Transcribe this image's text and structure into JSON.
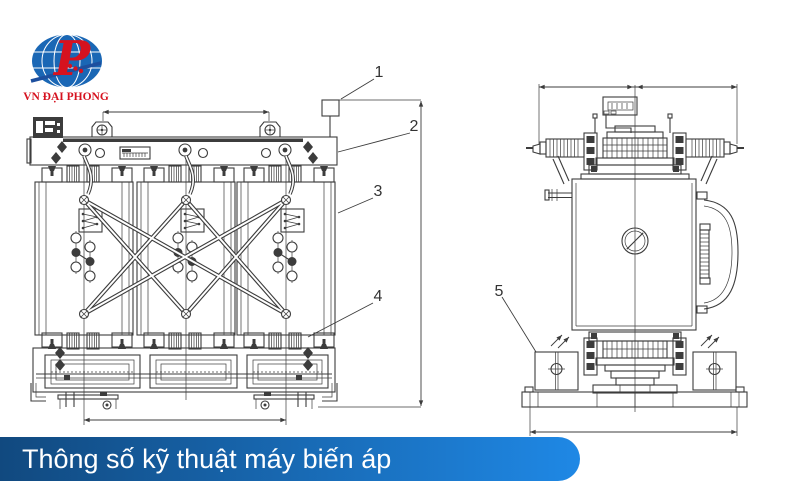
{
  "logo": {
    "company": "VN ĐẠI PHONG",
    "monogram": "P"
  },
  "banner": {
    "title": "Thông số kỹ thuật máy biến áp"
  },
  "callouts": [
    {
      "label": "1"
    },
    {
      "label": "2"
    },
    {
      "label": "3"
    },
    {
      "label": "4"
    },
    {
      "label": "5"
    }
  ],
  "colors": {
    "line": "#3c3c3c",
    "banner_from": "#11497f",
    "banner_to": "#1f88e5",
    "banner_text": "#ffffff",
    "logo_globe": "#1a67b5",
    "logo_red": "#d6121f",
    "callout": "#333333",
    "bg": "#ffffff"
  }
}
